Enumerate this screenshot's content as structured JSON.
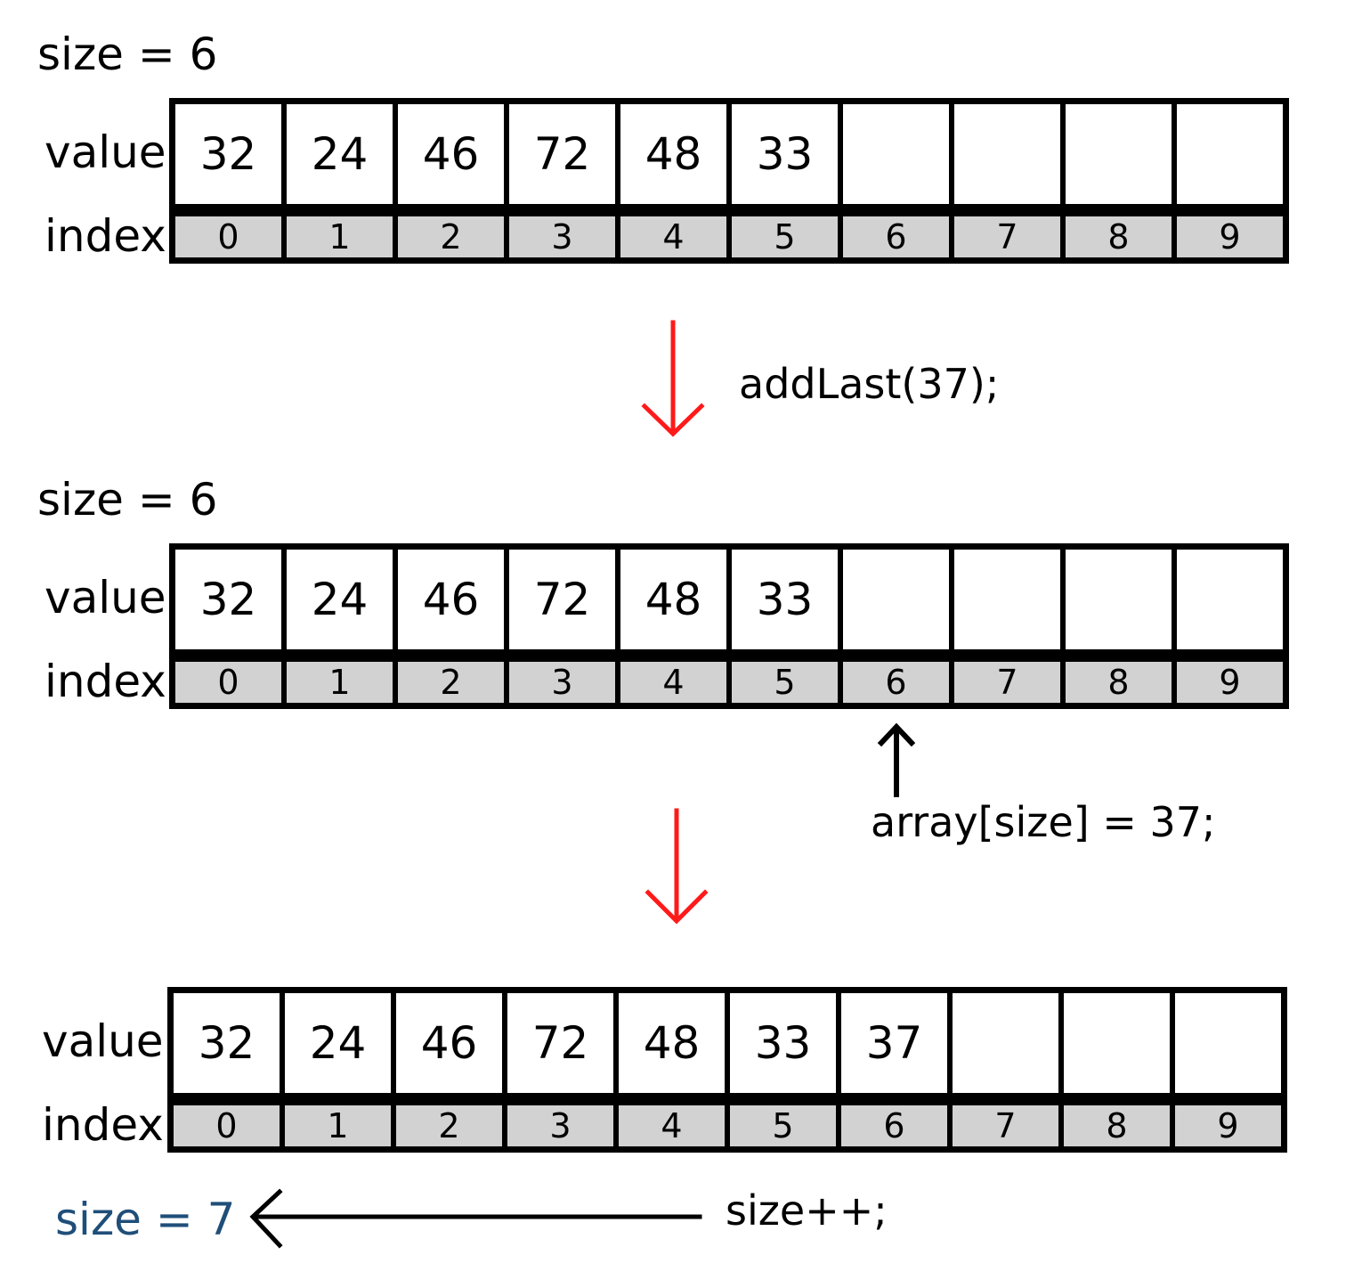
{
  "step1": {
    "size_label": "size = 6",
    "value_label": "value",
    "index_label": "index",
    "values": [
      "32",
      "24",
      "46",
      "72",
      "48",
      "33",
      "",
      "",
      "",
      ""
    ],
    "indices": [
      "0",
      "1",
      "2",
      "3",
      "4",
      "5",
      "6",
      "7",
      "8",
      "9"
    ]
  },
  "op1": {
    "code": "addLast(37);",
    "arrow_color": "#ff1a1a"
  },
  "step2": {
    "size_label": "size = 6",
    "value_label": "value",
    "index_label": "index",
    "values": [
      "32",
      "24",
      "46",
      "72",
      "48",
      "33",
      "",
      "",
      "",
      ""
    ],
    "indices": [
      "0",
      "1",
      "2",
      "3",
      "4",
      "5",
      "6",
      "7",
      "8",
      "9"
    ],
    "pointer_code": "array[size] = 37;"
  },
  "op2": {
    "arrow_color": "#ff1a1a"
  },
  "step3": {
    "value_label": "value",
    "index_label": "index",
    "values": [
      "32",
      "24",
      "46",
      "72",
      "48",
      "33",
      "37",
      "",
      "",
      ""
    ],
    "indices": [
      "0",
      "1",
      "2",
      "3",
      "4",
      "5",
      "6",
      "7",
      "8",
      "9"
    ],
    "increment_code": "size++;",
    "new_size_label": "size = 7",
    "new_size_color": "#1f4e79"
  }
}
